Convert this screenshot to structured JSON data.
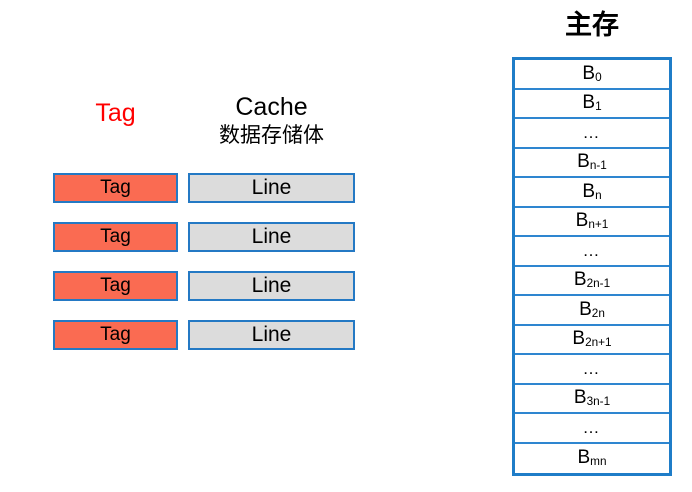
{
  "cache": {
    "tag_header": "Tag",
    "cache_title": "Cache",
    "cache_subtitle": "数据存储体",
    "tag_color": "#FF0000",
    "tag_box_fill": "#FA6B52",
    "line_box_fill": "#DCDCDC",
    "border_color": "#2479C4",
    "rows": [
      {
        "tag": "Tag",
        "line": "Line"
      },
      {
        "tag": "Tag",
        "line": "Line"
      },
      {
        "tag": "Tag",
        "line": "Line"
      },
      {
        "tag": "Tag",
        "line": "Line"
      }
    ]
  },
  "memory": {
    "title": "主存",
    "border_color": "#1F7DC8",
    "cells": [
      {
        "base": "B",
        "sub": "0"
      },
      {
        "base": "B",
        "sub": "1"
      },
      {
        "base": "…",
        "sub": ""
      },
      {
        "base": "B",
        "sub": "n-1"
      },
      {
        "base": "B",
        "sub": "n"
      },
      {
        "base": "B",
        "sub": "n+1"
      },
      {
        "base": "…",
        "sub": ""
      },
      {
        "base": "B",
        "sub": "2n-1"
      },
      {
        "base": "B",
        "sub": "2n"
      },
      {
        "base": "B",
        "sub": "2n+1"
      },
      {
        "base": "…",
        "sub": ""
      },
      {
        "base": "B",
        "sub": "3n-1"
      },
      {
        "base": "…",
        "sub": ""
      },
      {
        "base": "B",
        "sub": "mn"
      }
    ]
  }
}
